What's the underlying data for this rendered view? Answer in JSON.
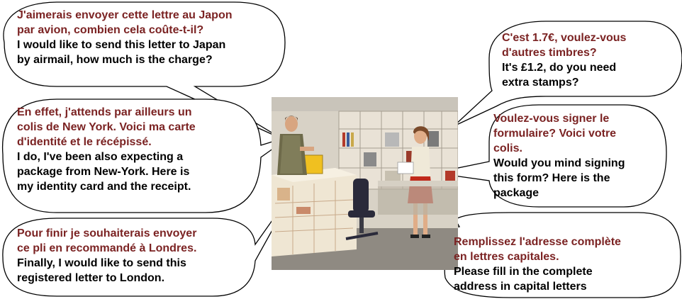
{
  "colors": {
    "french_text": "#7b2323",
    "english_text": "#000000",
    "bubble_border": "#000000",
    "bubble_fill": "#ffffff"
  },
  "dialogue": {
    "b1": {
      "fr_1": "J'aimerais envoyer cette lettre au Japon",
      "fr_2": "par avion, combien cela coûte-t-il?",
      "en_1": "I would like to send this letter to Japan",
      "en_2": "by airmail, how much is the charge?"
    },
    "b2": {
      "fr_1": "En effet, j'attends par ailleurs un",
      "fr_2": "colis de New York. Voici ma carte",
      "fr_3": "d'identité et le récépissé.",
      "en_1": "I do, I've been also expecting a",
      "en_2": "package from New-York. Here is",
      "en_3": "my identity card and the receipt."
    },
    "b3": {
      "fr_1": "Pour finir je souhaiterais envoyer",
      "fr_2": "ce pli en recommandé à Londres.",
      "en_1": "Finally, I would like to send this",
      "en_2": "registered letter to London."
    },
    "b4": {
      "fr_1": "C'est 1.7€, voulez-vous",
      "fr_2": "d'autres timbres?",
      "en_1": "It's £1.2, do you need",
      "en_2": "extra stamps?"
    },
    "b5": {
      "fr_1": "Voulez-vous signer le",
      "fr_2": "formulaire? Voici votre",
      "fr_3": "colis.",
      "en_1": "Would you mind signing",
      "en_2": "this form? Here is the",
      "en_3": "package"
    },
    "b6": {
      "fr_1": "Remplissez l'adresse complète",
      "fr_2": "en lettres capitales.",
      "en_1": "Please fill in the complete",
      "en_2": "address in capital letters"
    }
  }
}
